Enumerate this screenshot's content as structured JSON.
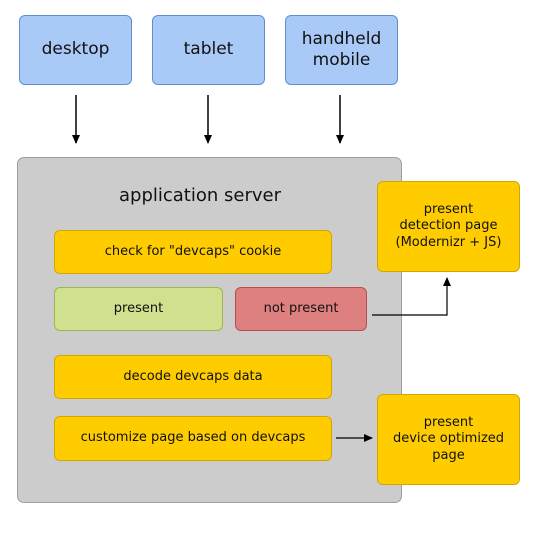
{
  "clients": [
    {
      "label": "desktop"
    },
    {
      "label": "tablet"
    },
    {
      "label": "handheld\nmobile"
    }
  ],
  "server": {
    "title": "application server",
    "steps": {
      "check_cookie": "check for \"devcaps\" cookie",
      "present": "present",
      "not_present": "not present",
      "decode": "decode devcaps data",
      "customize": "customize page based on devcaps"
    }
  },
  "side_boxes": {
    "detection": "present\ndetection page\n(Modernizr + JS)",
    "optimized": "present\ndevice optimized\npage"
  },
  "colors": {
    "client": "#a9c9f7",
    "server": "#cccccc",
    "step": "#ffcc00",
    "present": "#cfe08f",
    "not_present": "#df8080"
  }
}
